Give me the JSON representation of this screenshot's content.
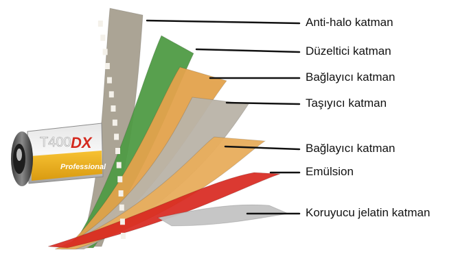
{
  "canister": {
    "brand_text": "T400",
    "logo_text": "DX",
    "sub_text": "Professional"
  },
  "layers": [
    {
      "label": "Anti-halo katman",
      "color": "#a79f8f"
    },
    {
      "label": "Düzeltici katman",
      "color": "#4f9b45"
    },
    {
      "label": "Bağlayıcı katman",
      "color": "#e3a24c"
    },
    {
      "label": "Taşıyıcı katman",
      "color": "#b9b3a8"
    },
    {
      "label": "Bağlayıcı katman",
      "color": "#e8ad5c"
    },
    {
      "label": "Emülsion",
      "color": "#d8281f"
    },
    {
      "label": "Koruyucu jelatin katman",
      "color": "#c3c3c3"
    }
  ]
}
